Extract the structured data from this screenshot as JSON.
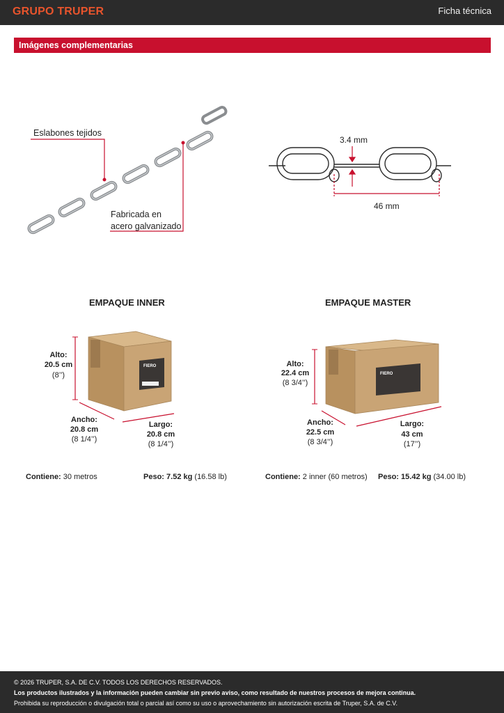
{
  "header": {
    "logo": "GRUPO TRUPER",
    "doc_type": "Ficha técnica"
  },
  "section": {
    "title": "Imágenes complementarias"
  },
  "chain_image": {
    "callout_1": "Eslabones tejidos",
    "callout_2_line1": "Fabricada en",
    "callout_2_line2": "acero galvanizado"
  },
  "chain_dims": {
    "thickness": "3.4 mm",
    "length": "46 mm"
  },
  "inner": {
    "title": "EMPAQUE INNER",
    "alto_label": "Alto:",
    "alto_cm": "20.5 cm",
    "alto_in": "(8’’)",
    "ancho_label": "Ancho:",
    "ancho_cm": "20.8 cm",
    "ancho_in": "(8 1/4’’)",
    "largo_label": "Largo:",
    "largo_cm": "20.8 cm",
    "largo_in": "(8 1/4’’)",
    "contiene_label": "Contiene:",
    "contiene_value": "30 metros",
    "peso_label": "Peso:",
    "peso_kg": "7.52 kg",
    "peso_lb": "(16.58 lb)",
    "box_brand": "FIERO"
  },
  "master": {
    "title": "EMPAQUE MASTER",
    "alto_label": "Alto:",
    "alto_cm": "22.4 cm",
    "alto_in": "(8 3/4’’)",
    "ancho_label": "Ancho:",
    "ancho_cm": "22.5 cm",
    "ancho_in": "(8 3/4’’)",
    "largo_label": "Largo:",
    "largo_cm": "43 cm",
    "largo_in": "(17’’)",
    "contiene_label": "Contiene:",
    "contiene_value": "2 inner (60 metros)",
    "peso_label": "Peso:",
    "peso_kg": "15.42 kg",
    "peso_lb": "(34.00 lb)",
    "box_brand": "FIERO"
  },
  "footer": {
    "copyright": "© 2026 TRUPER, S.A. DE C.V. TODOS LOS DERECHOS RESERVADOS.",
    "notice": "Los productos ilustrados y la información pueden cambiar sin previo aviso, como resultado de nuestros procesos de mejora continua.",
    "legal": "Prohibida su reproducción o divulgación total o parcial así como su uso o aprovechamiento sin autorización escrita de Truper, S.A. de C.V."
  },
  "colors": {
    "accent": "#c8102e",
    "logo": "#e8542c",
    "dark": "#2b2b2b",
    "cardboard": "#c9a475"
  }
}
